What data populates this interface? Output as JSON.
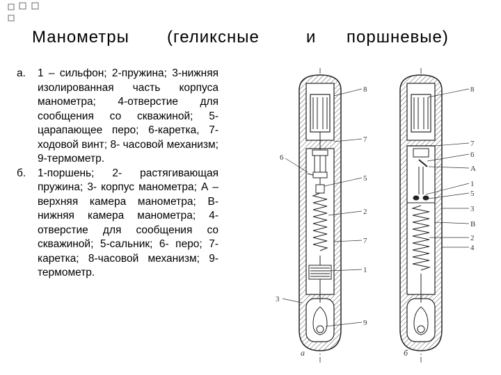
{
  "slide": {
    "title_parts": [
      "Манометры",
      "(геликсные",
      "и",
      "поршневые)"
    ]
  },
  "descriptions": [
    {
      "marker": "а.",
      "text": "1 – сильфон; 2-пружина; 3-нижняя изолированная часть корпуса манометра; 4-отверстие для сообщения со скважиной; 5-царапающее перо; 6-каретка, 7- ходовой винт; 8- часовой механизм; 9-термометр."
    },
    {
      "marker": "б.",
      "text": "1-поршень; 2- растягивающая пружина; 3- корпус манометра; А – верхняя камера манометра; В- нижняя камера манометра; 4-отверстие для сообщения со скважиной; 5-сальник; 6- перо; 7- каретка; 8-часовой механизм; 9-термометр."
    }
  ],
  "diagram_a": {
    "caption": "а",
    "callouts_right": [
      "8",
      "7",
      "5",
      "2",
      "7",
      "1",
      "9"
    ],
    "callouts_left": [
      "6",
      "3"
    ]
  },
  "diagram_b": {
    "caption": "б",
    "callouts_right": [
      "8",
      "7",
      "6",
      "А",
      "1",
      "5",
      "3",
      "В",
      "2",
      "4"
    ]
  }
}
